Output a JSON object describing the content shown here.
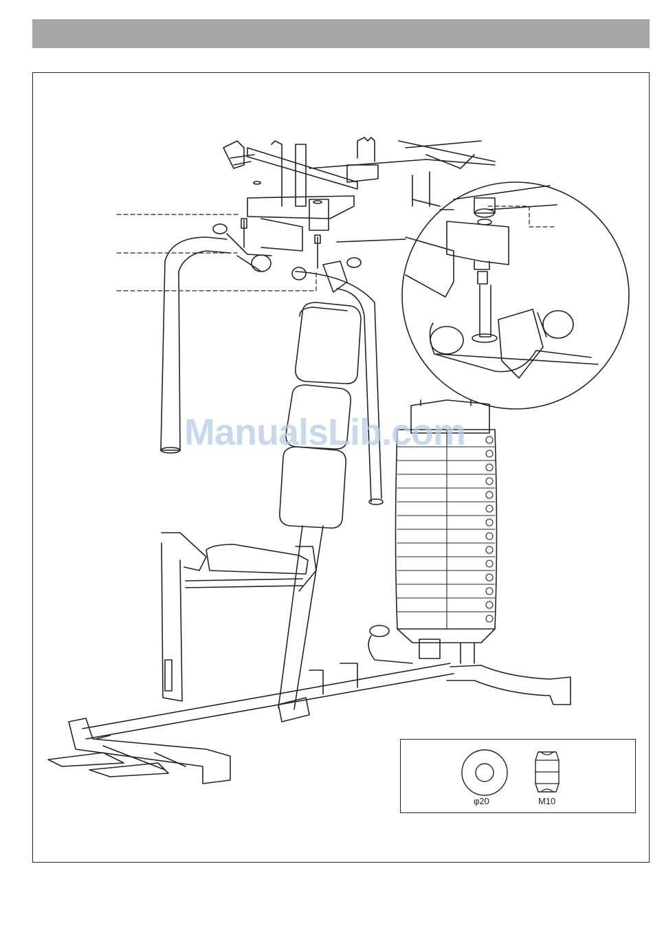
{
  "watermark": {
    "text": "ManualsLib.com"
  },
  "hardware": {
    "washer": {
      "label": "φ20",
      "icon": "washer-icon"
    },
    "nut": {
      "label": "M10",
      "icon": "lock-nut-icon"
    }
  },
  "colors": {
    "header": "#a7a7a7",
    "line": "#222222",
    "watermark": "#b7cde8"
  }
}
